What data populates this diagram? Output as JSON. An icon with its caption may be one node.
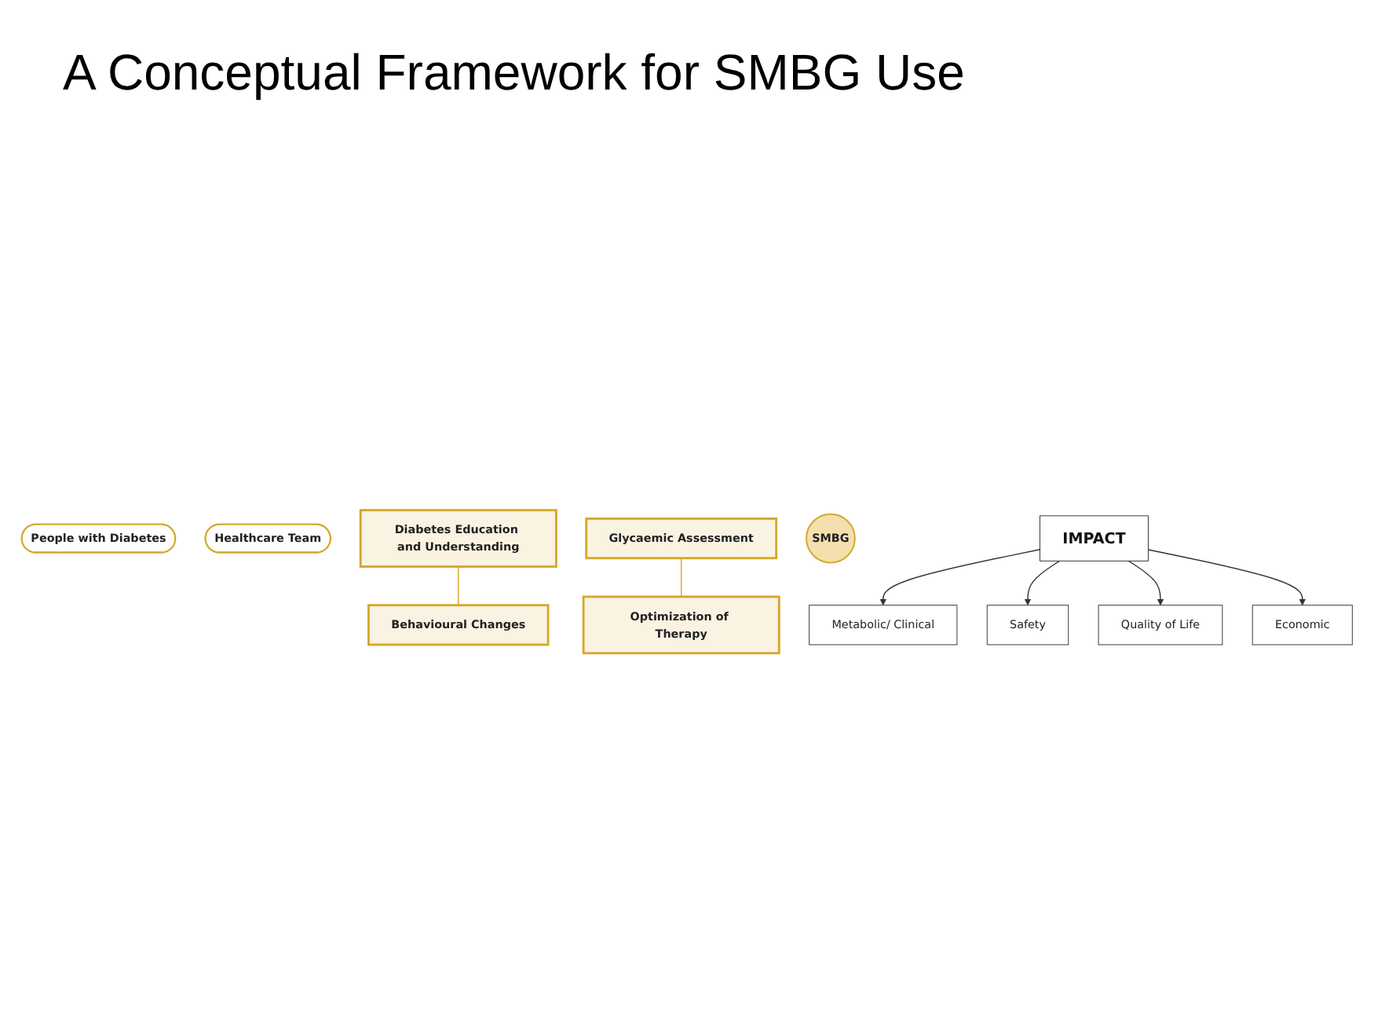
{
  "diagram": {
    "title": "A Conceptual Framework for SMBG Use",
    "nodes": [
      {
        "text": [
          "People with Diabetes"
        ]
      },
      {
        "text": [
          "Healthcare Team"
        ]
      },
      {
        "text": [
          "Diabetes Education and Understanding"
        ]
      },
      {
        "text": [
          "Glycaemic Assessment"
        ]
      },
      {
        "text": [
          "SMBG"
        ]
      },
      {
        "text": [
          "Behavioural Changes"
        ]
      },
      {
        "text": [
          "Optimization of Therapy"
        ]
      },
      {
        "text": [
          "IMPACT"
        ]
      },
      {
        "text": [
          "Metabolic/ Clinical"
        ]
      },
      {
        "text": [
          "Safety"
        ]
      },
      {
        "text": [
          "Quality of Life"
        ]
      },
      {
        "text": [
          "Economic"
        ]
      }
    ],
    "edges": [
      {
        "from": 2,
        "to": 5,
        "arrow": "none",
        "color": "#d4a82c"
      },
      {
        "from": 3,
        "to": 6,
        "arrow": "none",
        "color": "#d4a82c"
      },
      {
        "from": 7,
        "to": 8,
        "arrow": "to"
      },
      {
        "from": 7,
        "to": 9,
        "arrow": "to"
      },
      {
        "from": 7,
        "to": 10,
        "arrow": "to"
      },
      {
        "from": 7,
        "to": 11,
        "arrow": "to"
      }
    ]
  }
}
